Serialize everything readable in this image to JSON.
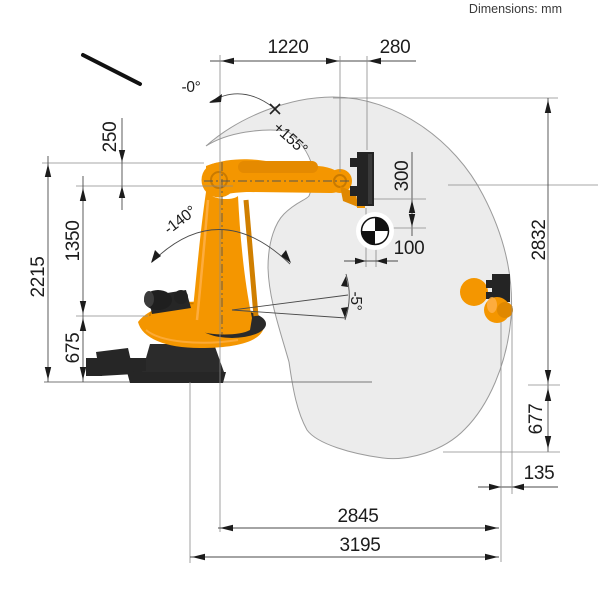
{
  "note": "Dimensions: mm",
  "dims": {
    "upper_arm_horizontal": "1220",
    "wrist_to_flange": "280",
    "arm_top_offset": "250",
    "flange_to_cog_vertical": "300",
    "envelope_height": "2832",
    "arm_vertical_stroke": "1350",
    "shoulder_axis_height": "675",
    "total_height": "2215",
    "cog_horizontal_offset": "100",
    "envelope_below_base": "677",
    "tool_overhang": "135",
    "max_reach": "2845",
    "envelope_total_width": "3195"
  },
  "angles": {
    "arm_upper_limit_zero": "-0°",
    "arm_upper_limit_max": "+155°",
    "main_arm_range": "-140°",
    "arm_lower_limit": "-5°"
  },
  "colors": {
    "robot_orange": "#F49600",
    "robot_dark": "#262626",
    "envelope_fill": "#ECECEC",
    "line": "#4a4a4a"
  }
}
